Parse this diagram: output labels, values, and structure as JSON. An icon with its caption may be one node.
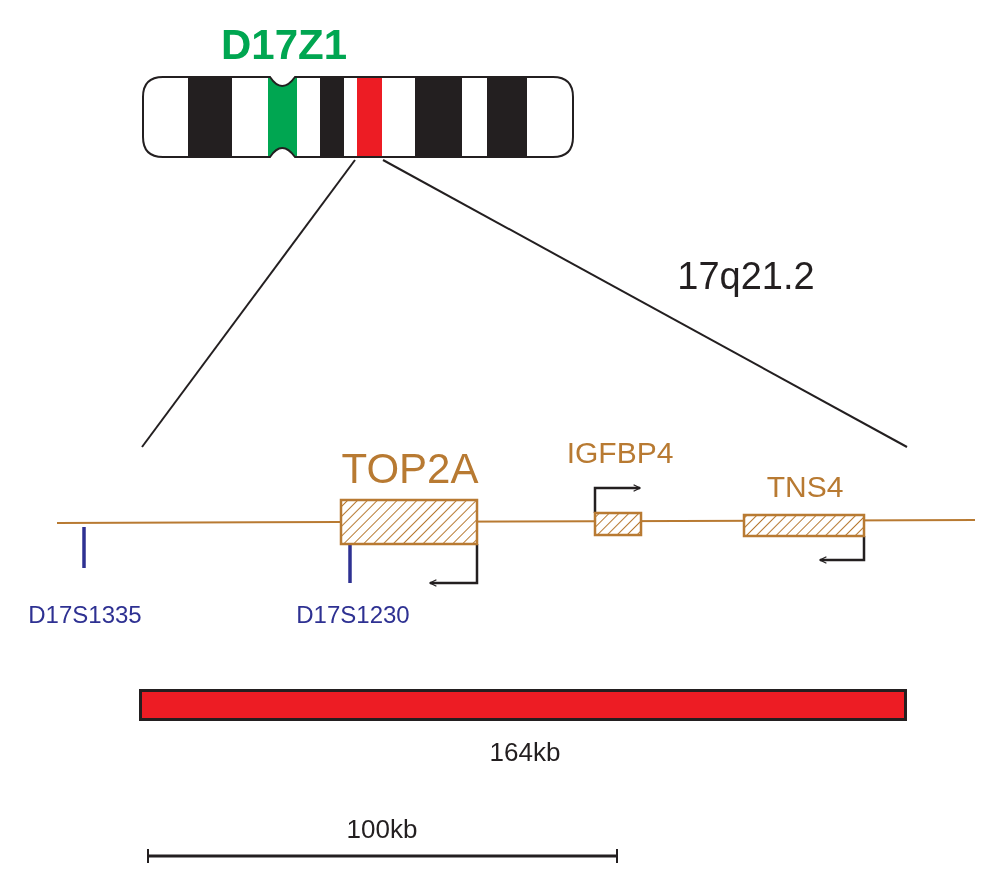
{
  "diagram": {
    "nodes": [
      {
        "text": [
          "TOP2A"
        ]
      },
      {
        "text": [
          "IGFBP4"
        ]
      },
      {
        "text": [
          "TNS4"
        ]
      },
      {
        "text": [],
        "shape": "bar",
        "beside": [
          "164kb"
        ]
      }
    ],
    "labels": [
      "D17Z1",
      "17q21.2",
      "D17S1335",
      "D17S1230",
      "100kb"
    ]
  }
}
